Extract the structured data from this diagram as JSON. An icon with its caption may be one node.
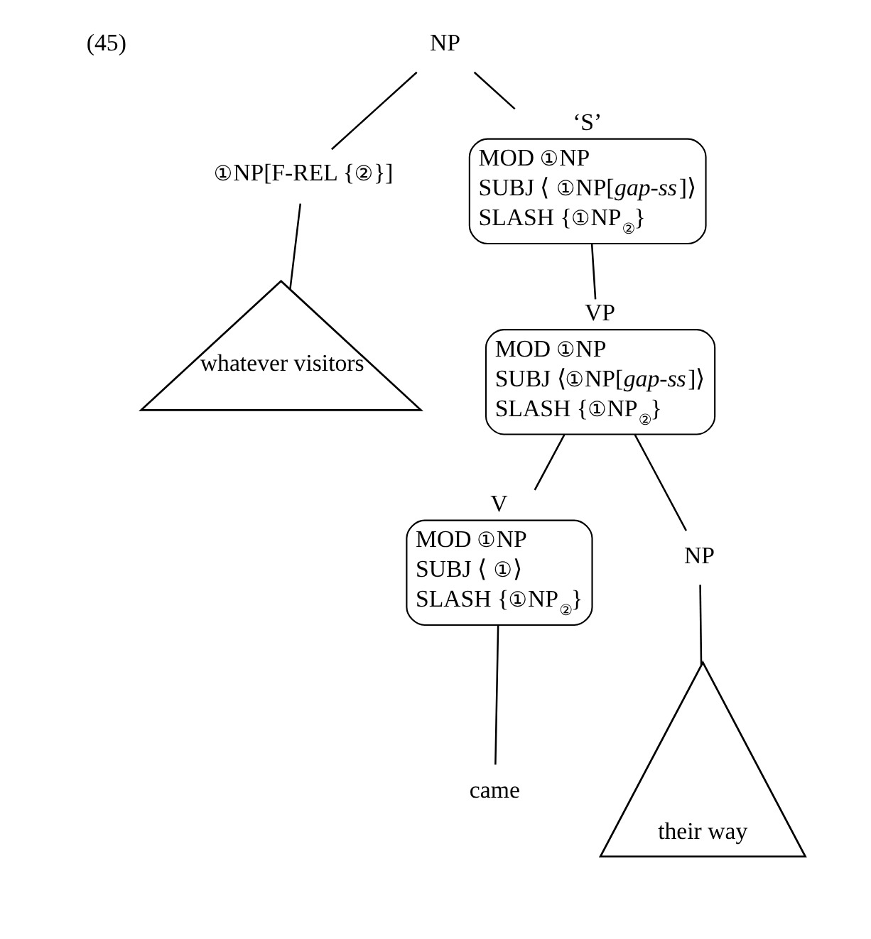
{
  "diagram": {
    "nodes": [
      {
        "text": [
          "NP"
        ]
      },
      {
        "text": [
          "①NP[F-REL {②}]"
        ]
      },
      {
        "text": [
          "whatever visitors"
        ]
      },
      {
        "text": [
          "‘S’",
          "MOD ①NP",
          "SUBJ ⟨ ①NP[*gap-ss*]⟩",
          "SLASH {①NP$_{②}$}"
        ]
      },
      {
        "text": [
          "VP",
          "MOD ①NP",
          "SUBJ ⟨①NP[*gap-ss*]⟩",
          "SLASH {①NP$_{②}$}"
        ]
      },
      {
        "text": [
          "V",
          "MOD ①NP",
          "SUBJ ⟨ ①⟩",
          "SLASH {①NP$_{②}$}"
        ]
      },
      {
        "text": [
          "NP"
        ]
      },
      {
        "text": [
          "their way"
        ]
      },
      {
        "text": [
          "came"
        ]
      }
    ],
    "edges": [
      {
        "from": 0,
        "to": 1,
        "arrow": "none"
      },
      {
        "from": 0,
        "to": 3,
        "arrow": "none"
      },
      {
        "from": 1,
        "to": 2,
        "arrow": "none"
      },
      {
        "from": 3,
        "to": 4,
        "arrow": "none"
      },
      {
        "from": 4,
        "to": 5,
        "arrow": "none"
      },
      {
        "from": 4,
        "to": 6,
        "arrow": "none"
      },
      {
        "from": 6,
        "to": 7,
        "arrow": "none"
      },
      {
        "from": 5,
        "to": 8,
        "arrow": "none"
      }
    ],
    "labels": [
      "(45)"
    ]
  }
}
